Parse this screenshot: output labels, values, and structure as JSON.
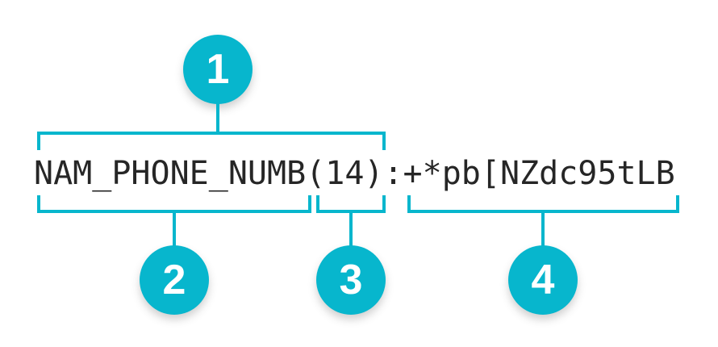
{
  "colors": {
    "accent": "#07b6cd",
    "code_text": "#262626",
    "background": "#ffffff",
    "badge_number": "#ffffff"
  },
  "code_string": "NAM_PHONE_NUMB(14):+*pb[NZdc95tLB",
  "callouts": [
    {
      "number": "1",
      "covers": "NAM_PHONE_NUMB(14)"
    },
    {
      "number": "2",
      "covers": "NAM_PHONE_NUMB"
    },
    {
      "number": "3",
      "covers": "(14)"
    },
    {
      "number": "4",
      "covers": "+*pb[NZdc95tLB"
    }
  ]
}
